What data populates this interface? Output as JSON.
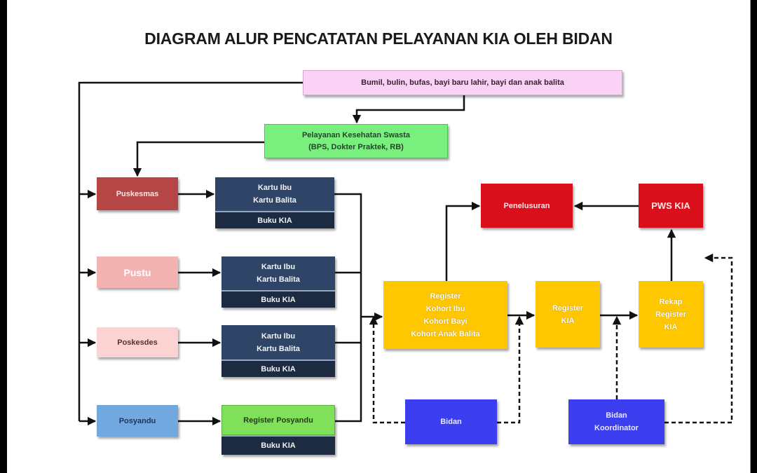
{
  "title": "DIAGRAM ALUR PENCATATAN PELAYANAN KIA OLEH BIDAN",
  "nodes": {
    "source": "Bumil, bulin, bufas, bayi baru lahir, bayi dan anak balita",
    "swasta": [
      "Pelayanan Kesehatan Swasta",
      "(BPS, Dokter Praktek, RB)"
    ],
    "puskesmas": "Puskesmas",
    "pustu": "Pustu",
    "poskesdes": "Poskesdes",
    "posyandu": "Posyandu",
    "kartu_ibu": "Kartu Ibu",
    "kartu_balita": "Kartu Balita",
    "buku_kia": "Buku KIA",
    "register_posyandu": "Register Posyandu",
    "register_kohort": [
      "Register",
      "Kohort Ibu",
      "Kohort Bayi",
      "Kohort Anak Balita"
    ],
    "register_kia": [
      "Register",
      "KIA"
    ],
    "rekap_register_kia": [
      "Rekap",
      "Register",
      "KIA"
    ],
    "penelusuran": "Penelusuran",
    "pws_kia": "PWS KIA",
    "bidan": "Bidan",
    "bidan_koordinator": [
      "Bidan",
      "Koordinator"
    ]
  },
  "colors": {
    "line": "#111111",
    "yellow": "#ffc700",
    "red": "#d9101c",
    "blue": "#3b3ff0",
    "navy": "#2f4568"
  }
}
